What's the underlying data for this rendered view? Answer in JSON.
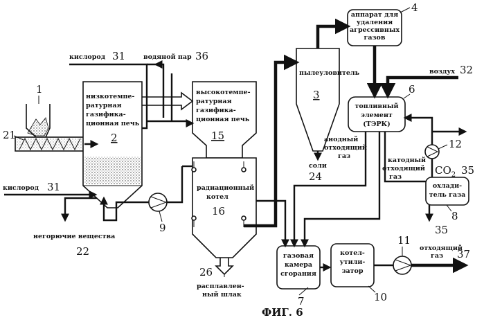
{
  "figure": {
    "caption": "ФИГ. 6"
  },
  "labels": {
    "oxygen_top": "кислород",
    "oxygen_top_num": "31",
    "steam": "водяной пар",
    "steam_num": "36",
    "oxygen_left": "кислород",
    "oxygen_left_num": "31",
    "air": "воздух",
    "air_num": "32",
    "unburned_1": "негорючие вещества",
    "unburned_num": "22",
    "molten_slag_1": "расплавлен-",
    "molten_slag_2": "ный шлак",
    "molten_slag_num": "26",
    "anode_gas_1": "анодный",
    "anode_gas_2": "отходящий",
    "anode_gas_3": "газ",
    "cathode_gas_1": "катодный",
    "cathode_gas_2": "отходящий",
    "cathode_gas_3": "газ",
    "salts": "соли",
    "salts_num": "24",
    "co2": "CO",
    "co2_sub": "2",
    "co2_num": "35",
    "out35_num": "35",
    "exhaust_1": "отходящий",
    "exhaust_2": "газ",
    "exhaust_num": "37"
  },
  "components": {
    "hopper": {
      "num": "1"
    },
    "feeder": {
      "num": "21"
    },
    "low_temp_gasifier": {
      "num": "2",
      "lines": [
        "низкотемпе-",
        "ратурная",
        "газифика-",
        "ционная печь"
      ]
    },
    "high_temp_gasifier": {
      "num": "15",
      "lines": [
        "высокотемпе-",
        "ратурная",
        "газифика-",
        "ционная печь"
      ]
    },
    "radiation_boiler": {
      "num": "16",
      "lines": [
        "радиационный",
        "котел"
      ]
    },
    "dust_collector": {
      "num": "3",
      "lines": [
        "пылеуловитель"
      ]
    },
    "acid_gas_removal": {
      "num": "4",
      "lines": [
        "аппарат для",
        "удаления",
        "агрессивных",
        "газов"
      ]
    },
    "fuel_cell": {
      "num": "6",
      "lines": [
        "топливный",
        "элемент",
        "(ТЭРК)"
      ]
    },
    "gas_cooler": {
      "num": "8",
      "lines": [
        "охлади-",
        "тель газа"
      ]
    },
    "combustion_chamber": {
      "num": "7",
      "lines": [
        "газовая",
        "камера",
        "сгорания"
      ]
    },
    "waste_heat_boiler": {
      "num": "10",
      "lines": [
        "котел-",
        "утили-",
        "затор"
      ]
    },
    "blower_9": {
      "num": "9"
    },
    "blower_11": {
      "num": "11"
    },
    "blower_12": {
      "num": "12"
    }
  }
}
